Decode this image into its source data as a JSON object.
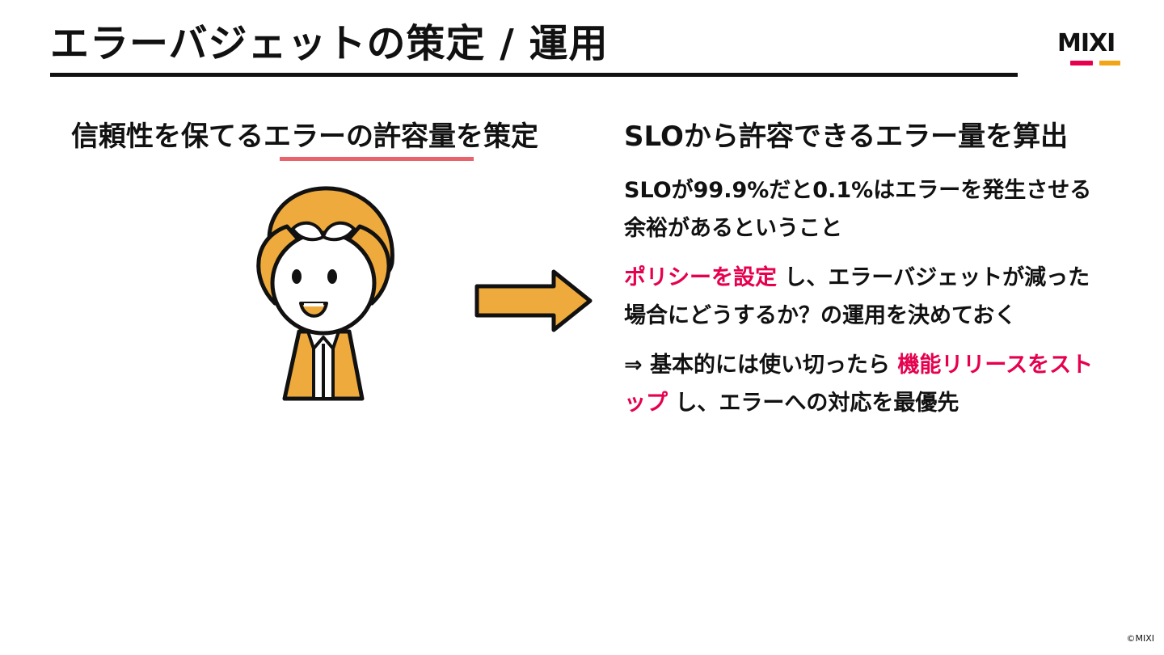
{
  "slide": {
    "title": "エラーバジェットの策定 / 運用"
  },
  "logo": {
    "text": "MIXI",
    "bar_colors": [
      "#e6004d",
      "#f2a516"
    ]
  },
  "left": {
    "heading_before": "信頼性を保てる",
    "heading_highlight": "エラーの許容量",
    "heading_after": "を策定",
    "highlight_color": "#e8636c"
  },
  "illustration": {
    "icon": "person-holding-head-illustration",
    "color": "#eeaa3c"
  },
  "arrow": {
    "icon": "right-arrow-icon",
    "color": "#eeaa3c"
  },
  "right": {
    "heading": "SLOから許容できるエラー量を算出",
    "para1": "SLOが99.9%だと0.1%はエラーを発生させる余裕があるということ",
    "para2_accent": "ポリシーを設定",
    "para2_rest": " し、エラーバジェットが減った場合にどうするか？の運用を決めておく",
    "para3_prefix": "⇒ 基本的には使い切ったら ",
    "para3_accent": "機能リリースをストップ",
    "para3_rest": " し、エラーへの対応を最優先",
    "accent_color": "#e6004d"
  },
  "footer": {
    "copyright": "©MIXI"
  }
}
